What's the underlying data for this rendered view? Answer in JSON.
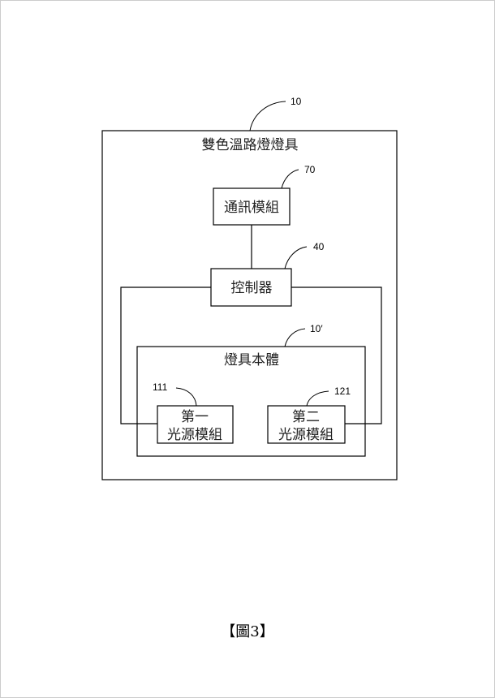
{
  "diagram": {
    "outer": {
      "title": "雙色溫路燈燈具",
      "ref": "10"
    },
    "comm_module": {
      "label": "通訊模組",
      "ref": "70"
    },
    "controller": {
      "label": "控制器",
      "ref": "40"
    },
    "lamp_body": {
      "title": "燈具本體",
      "ref": "10′"
    },
    "light_module_1": {
      "line1": "第一",
      "line2": "光源模組",
      "ref": "111"
    },
    "light_module_2": {
      "line1": "第二",
      "line2": "光源模組",
      "ref": "121"
    }
  },
  "caption": "【圖3】"
}
